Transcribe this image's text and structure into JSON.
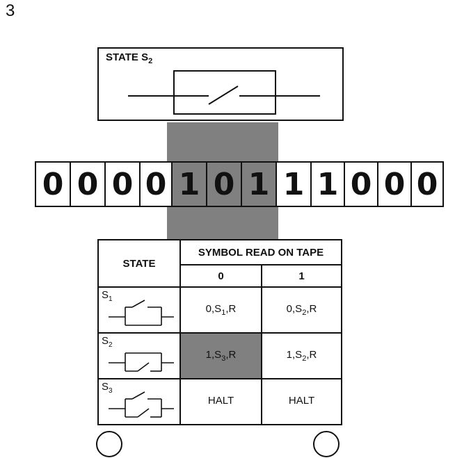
{
  "figure_number": "3",
  "state_box": {
    "label": "STATE S",
    "label_sub": "2"
  },
  "tape": {
    "cells": [
      "0",
      "0",
      "0",
      "0",
      "1",
      "0",
      "1",
      "1",
      "1",
      "0",
      "0",
      "0"
    ],
    "read_window": [
      4,
      5,
      6
    ]
  },
  "table": {
    "state_header": "STATE",
    "symbol_header": "SYMBOL READ ON TAPE",
    "symbol_columns": [
      "0",
      "1"
    ],
    "rows": [
      {
        "state": "S",
        "state_sub": "1",
        "on_0": {
          "pre": "0,S",
          "sub": "1",
          "post": ",R"
        },
        "on_1": {
          "pre": "0,S",
          "sub": "2",
          "post": ",R"
        }
      },
      {
        "state": "S",
        "state_sub": "2",
        "on_0": {
          "pre": "1,S",
          "sub": "3",
          "post": ",R"
        },
        "on_1": {
          "pre": "1,S",
          "sub": "2",
          "post": ",R"
        }
      },
      {
        "state": "S",
        "state_sub": "3",
        "on_0": {
          "pre": "HALT",
          "sub": "",
          "post": ""
        },
        "on_1": {
          "pre": "HALT",
          "sub": "",
          "post": ""
        }
      }
    ]
  },
  "colors": {
    "shade": "#808080",
    "ink": "#111111"
  }
}
